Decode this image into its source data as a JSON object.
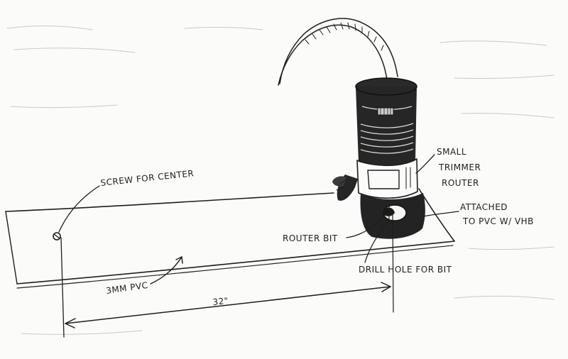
{
  "labels": {
    "screw": "SCREW FOR CENTER",
    "trimmer": [
      "SMALL",
      "TRIMMER",
      "ROUTER"
    ],
    "attached": [
      "ATTACHED",
      "TO PVC W/ VHB"
    ],
    "router_bit": "ROUTER BIT",
    "drill_hole": "DRILL HOLE FOR BIT",
    "pvc": "3MM PVC",
    "dimension": "32\""
  },
  "colors": {
    "ink": "#1e1e1e",
    "paper": "#fbfbf9",
    "bleed": "#c9c9c4"
  }
}
